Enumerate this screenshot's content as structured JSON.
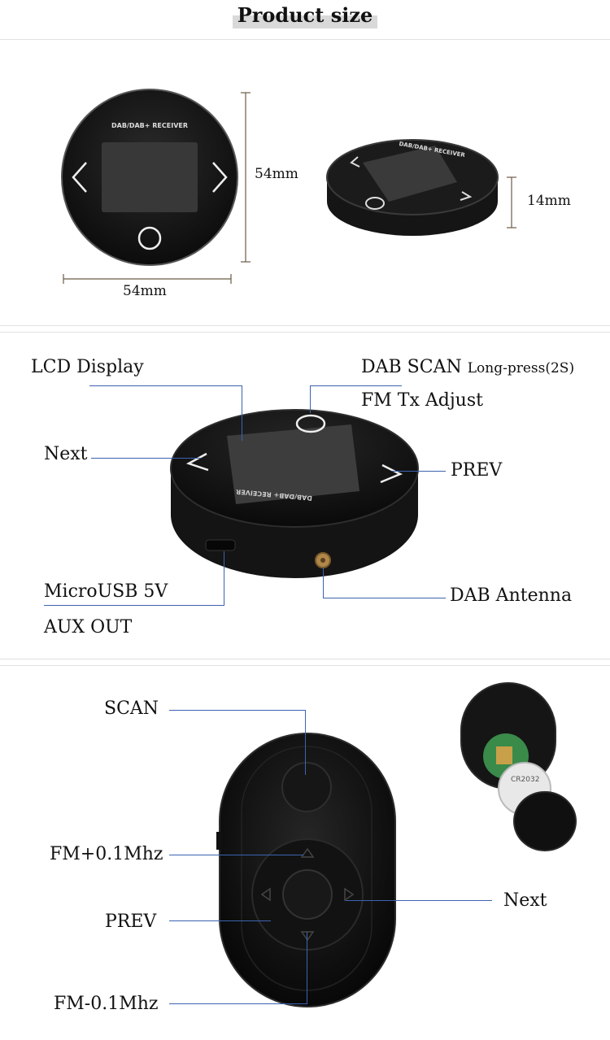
{
  "page": {
    "title": "Product size"
  },
  "section1": {
    "device_text": "DAB/DAB+ RECEIVER",
    "dim_height": "54mm",
    "dim_width": "54mm",
    "dim_depth": "14mm"
  },
  "section2": {
    "device_text": "DAB/DAB+ RECEIVER",
    "lcd_display": "LCD Display",
    "dab_scan": "DAB SCAN",
    "long_press": "Long-press(2S)",
    "fm_tx_adjust": "FM Tx Adjust",
    "next": "Next",
    "prev": "PREV",
    "microusb": "MicroUSB 5V",
    "aux_out": "AUX OUT",
    "dab_antenna": "DAB Antenna"
  },
  "section3": {
    "scan": "SCAN",
    "fm_plus": "FM+0.1Mhz",
    "prev": "PREV",
    "fm_minus": "FM-0.1Mhz",
    "next": "Next",
    "battery": "CR2032"
  },
  "colors": {
    "leader_line": "#3c63b0",
    "device": "#1a1a1a",
    "screen": "#2a2a2a"
  },
  "icons": [
    "left-arrow-icon",
    "right-arrow-icon",
    "circle-button-icon",
    "up-triangle-icon",
    "down-triangle-icon"
  ]
}
